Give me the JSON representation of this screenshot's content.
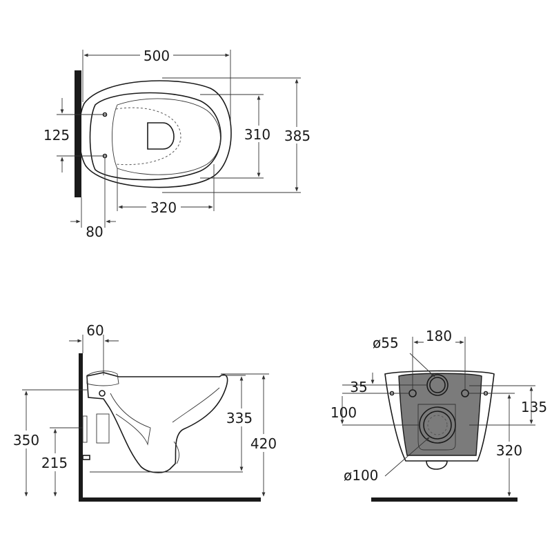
{
  "colors": {
    "ink": "#1a1a1a",
    "plate": "#7b7b7b",
    "background": "#ffffff"
  },
  "top_view": {
    "dims": {
      "length": "500",
      "seat_length": "320",
      "inner_width": "310",
      "outer_width": "385",
      "fixing_spacing": "125",
      "fixing_offset": "80"
    }
  },
  "side_view": {
    "dims": {
      "wall_gap": "60",
      "height_to_fixing": "350",
      "lower_fixing": "215",
      "bowl_height": "335",
      "total_height": "420"
    }
  },
  "rear_view": {
    "dims": {
      "inlet_diameter": "ø55",
      "fixing_spacing": "180",
      "inlet_offset": "35",
      "fixing_height": "135",
      "outlet_offset": "100",
      "outlet_height": "320",
      "outlet_diameter": "ø100"
    }
  }
}
